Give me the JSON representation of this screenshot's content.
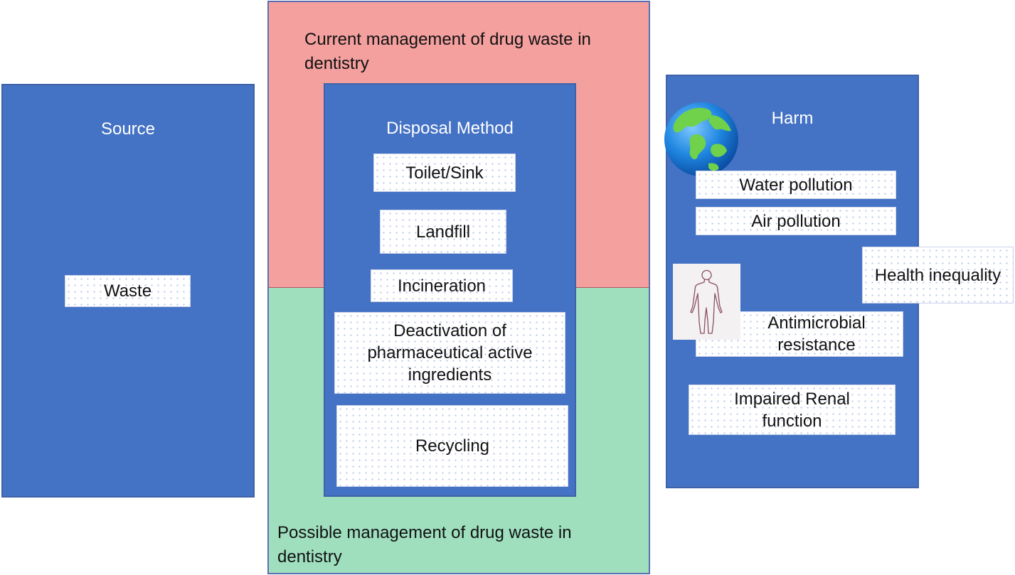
{
  "colors": {
    "panel_blue": "#4472c4",
    "current_zone_pink": "#f4a09f",
    "possible_zone_green": "#9fdfbe"
  },
  "source_panel": {
    "title": "Source",
    "items": [
      "Waste"
    ]
  },
  "current_zone": {
    "label": "Current management of drug waste in dentistry"
  },
  "possible_zone": {
    "label": "Possible management of drug waste in dentistry"
  },
  "disposal_panel": {
    "title": "Disposal Method",
    "items": [
      "Toilet/Sink",
      "Landfill",
      "Incineration",
      "Deactivation of pharmaceutical active ingredients",
      "Recycling"
    ]
  },
  "harm_panel": {
    "title": "Harm",
    "items": [
      "Water pollution",
      "Air pollution",
      "Health inequality",
      "Antimicrobial resistance",
      "Impaired Renal function"
    ],
    "icons": [
      "globe-icon",
      "human-body-icon"
    ]
  }
}
